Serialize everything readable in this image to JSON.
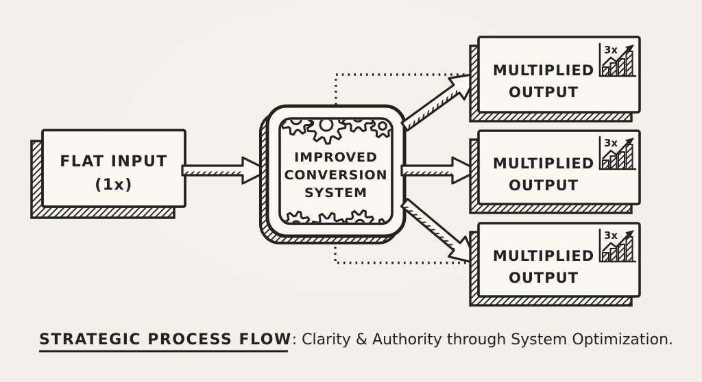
{
  "canvas": {
    "bg": "#f2efe9",
    "ink": "#23221f",
    "paper": "#faf8f3"
  },
  "diagram": {
    "input": {
      "line1": "FLAT INPUT",
      "line2": "(1x)"
    },
    "process": {
      "line1": "IMPROVED",
      "line2": "CONVERSION",
      "line3": "SYSTEM"
    },
    "outputs": [
      {
        "line1": "MULTIPLIED",
        "line2": "OUTPUT",
        "badge": "3x",
        "icon": "growth-chart-icon"
      },
      {
        "line1": "MULTIPLIED",
        "line2": "OUTPUT",
        "badge": "3x",
        "icon": "growth-chart-icon"
      },
      {
        "line1": "MULTIPLIED",
        "line2": "OUTPUT",
        "badge": "3x",
        "icon": "growth-chart-icon"
      }
    ]
  },
  "caption": {
    "title": "STRATEGIC PROCESS FLOW",
    "separator": ": ",
    "text": "Clarity & Authority through System Optimization."
  }
}
